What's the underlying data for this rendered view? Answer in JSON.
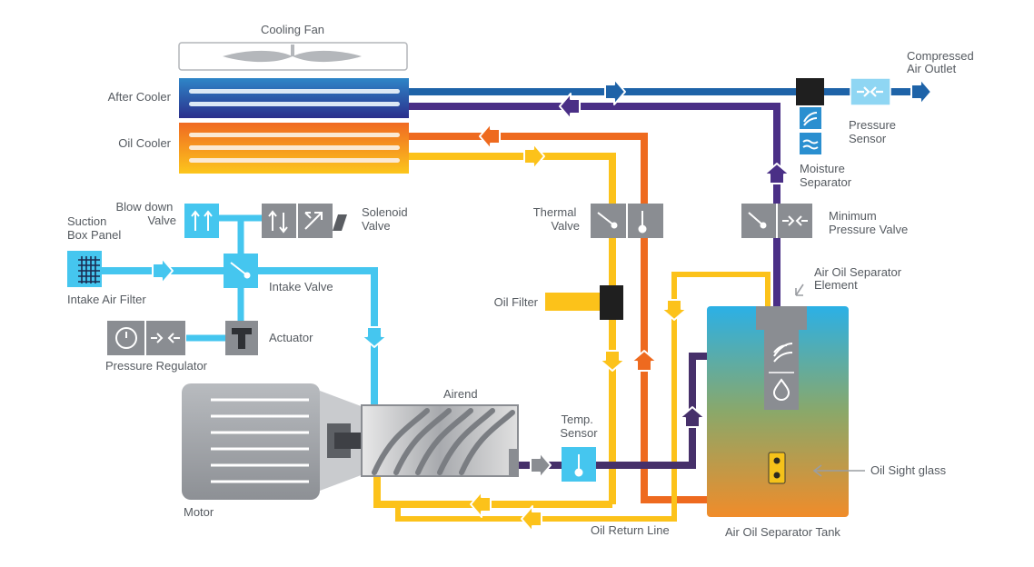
{
  "labels": {
    "cooling_fan": "Cooling Fan",
    "after_cooler": "After Cooler",
    "oil_cooler": "Oil Cooler",
    "compressed_air_outlet": [
      "Compressed",
      "Air Outlet"
    ],
    "pressure_sensor": [
      "Pressure",
      "Sensor"
    ],
    "moisture_separator": [
      "Moisture",
      "Separator"
    ],
    "blow_down_valve": [
      "Blow down",
      "Valve"
    ],
    "solenoid_valve": [
      "Solenoid",
      "Valve"
    ],
    "suction_box_panel": [
      "Suction",
      "Box Panel"
    ],
    "intake_air_filter": "Intake Air Filter",
    "intake_valve": "Intake Valve",
    "actuator": "Actuator",
    "pressure_regulator": "Pressure Regulator",
    "thermal_valve": [
      "Thermal",
      "Valve"
    ],
    "minimum_pressure_valve": [
      "Minimum",
      "Pressure Valve"
    ],
    "air_oil_separator_element": [
      "Air Oil Separator",
      "Element"
    ],
    "oil_filter": "Oil Filter",
    "airend": "Airend",
    "temp_sensor": [
      "Temp.",
      "Sensor"
    ],
    "motor": "Motor",
    "oil_sight_glass": "Oil Sight glass",
    "oil_return_line": "Oil Return Line",
    "air_oil_separator_tank": "Air Oil Separator Tank"
  },
  "colors": {
    "compressed_air": "#1e63a8",
    "after_cooler_return": "#4a2f86",
    "hot_oil": "#ee6a1f",
    "cooled_oil": "#fcc21a",
    "intake_air": "#45c6ef",
    "air_oil_mix": "#46306a",
    "component_gray": "#8a8d92"
  },
  "icons": [
    "fan-icon",
    "arrow-icon",
    "valve-icon",
    "thermometer-icon",
    "gauge-icon",
    "filter-grid-icon",
    "droplet-icon",
    "moisture-icon"
  ]
}
